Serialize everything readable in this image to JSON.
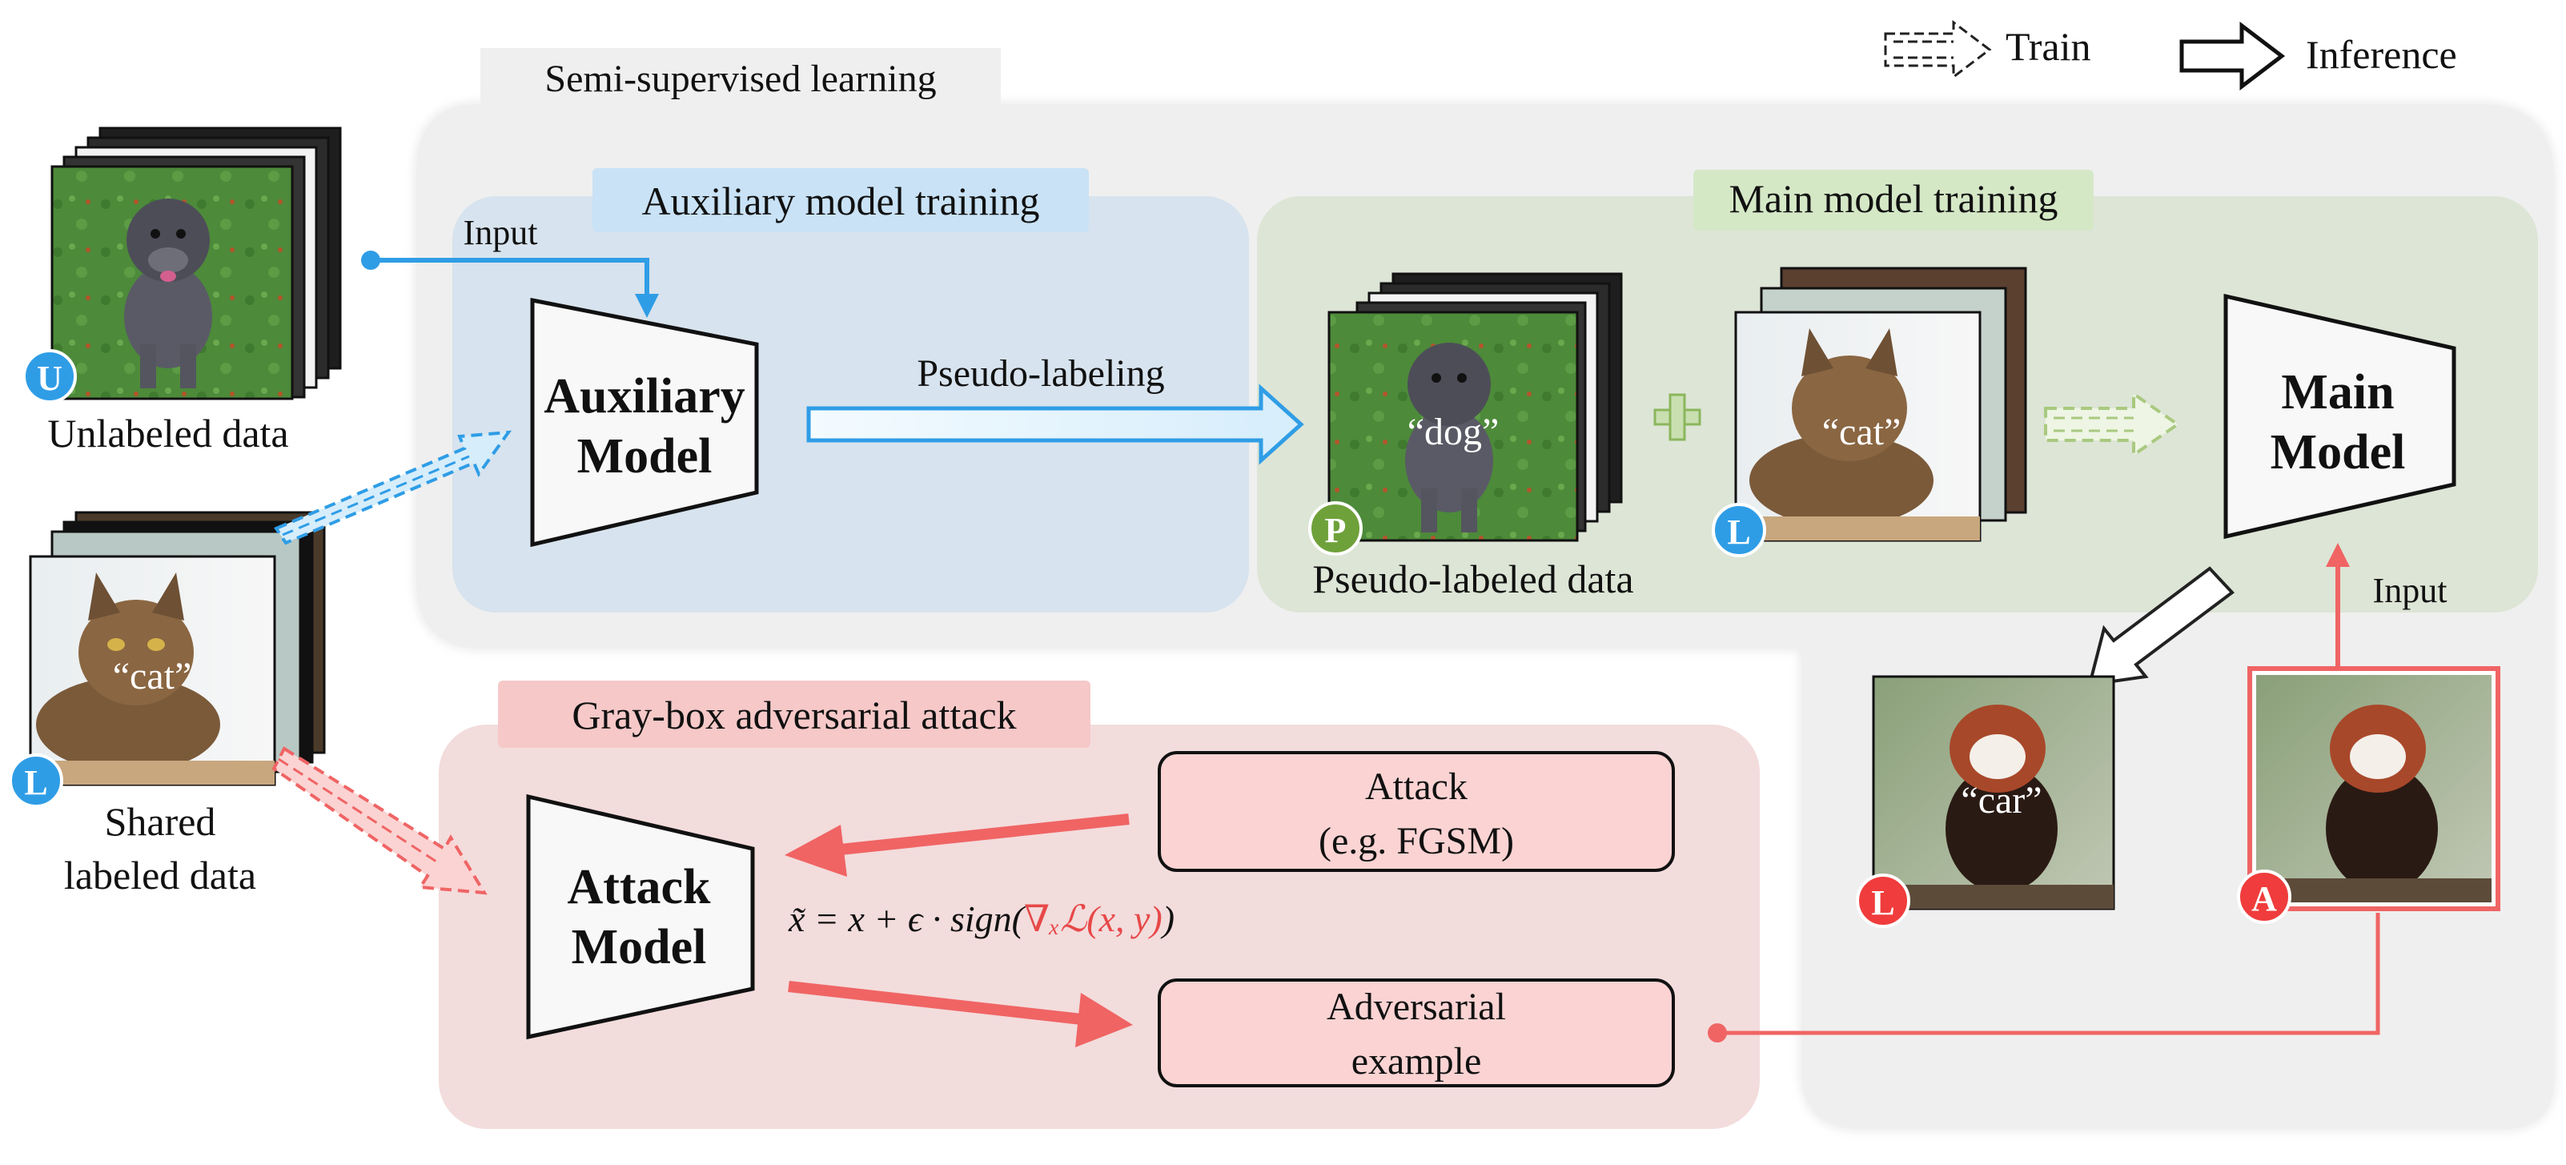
{
  "legend": {
    "train_label": "Train",
    "inference_label": "Inference",
    "train_icon": "dashed-double-arrow-icon",
    "inference_icon": "hollow-arrow-icon"
  },
  "regions": {
    "semi_supervised": "Semi-supervised learning",
    "auxiliary_training": "Auxiliary model training",
    "main_training": "Main model training",
    "attack": "Gray-box adversarial attack"
  },
  "models": {
    "auxiliary": [
      "Auxiliary",
      "Model"
    ],
    "main": [
      "Main",
      "Model"
    ],
    "attack": [
      "Attack",
      "Model"
    ]
  },
  "data_labels": {
    "unlabeled": "Unlabeled data",
    "shared": [
      "Shared",
      "labeled data"
    ],
    "pseudo": "Pseudo-labeled data"
  },
  "badges": {
    "unlabeled": "U",
    "labeled": "L",
    "pseudo": "P",
    "adversarial": "A"
  },
  "image_captions": {
    "dog": "“dog”",
    "cat": "“cat”",
    "car": "“car”"
  },
  "arrow_labels": {
    "input_top": "Input",
    "pseudo_labeling": "Pseudo-labeling",
    "input_right": "Input"
  },
  "attack_boxes": {
    "attack": [
      "Attack",
      "(e.g. FGSM)"
    ],
    "adversarial": [
      "Adversarial",
      "example"
    ]
  },
  "formula": {
    "lhs": "x̃ = x + ϵ · sign(",
    "grad": "∇ₓℒ(x, y)",
    "close": ")"
  },
  "colors": {
    "blue": "#2f9de6",
    "green": "#6fa13a",
    "red": "#f06464",
    "attack_region": "#f3dcdc",
    "aux_region": "#d7e3ee",
    "main_region": "#dde5d6",
    "gray_region": "#efefef",
    "box_fill": "#fbd3d3"
  }
}
